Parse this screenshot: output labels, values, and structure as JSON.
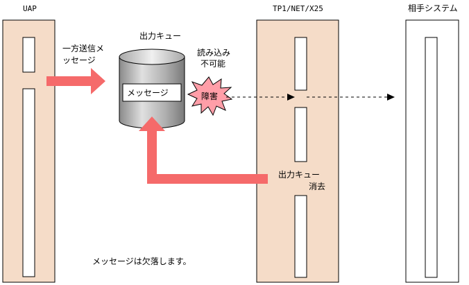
{
  "labels": {
    "uap": "UAP",
    "tp1": "TP1/NET/X25",
    "remote": "相手システム",
    "output_queue": "出力キュー",
    "send_message_line1": "一方送信メ",
    "send_message_line2": "ッセージ",
    "message": "メッセージ",
    "read_fail_line1": "読み込み",
    "read_fail_line2": "不可能",
    "failure": "障害",
    "queue_delete_line1": "出力キュー",
    "queue_delete_line2": "消去",
    "message_lost": "メッセージは欠落します。"
  },
  "colors": {
    "lane_fill": "#f5dcc8",
    "arrow_pink": "#f56a6a",
    "burst_fill": "#ff9ea8",
    "cylinder_gray": "#b8b8b8"
  }
}
